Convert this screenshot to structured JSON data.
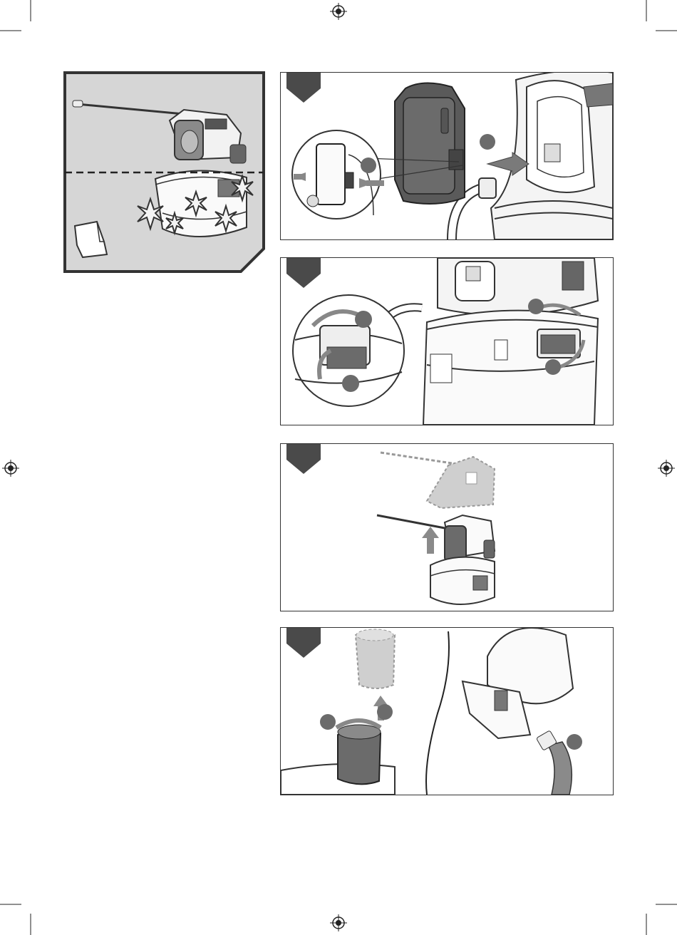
{
  "page": {
    "registration_marks": [
      "top-center",
      "left-middle",
      "right-middle",
      "bottom-center"
    ],
    "crop_marks": [
      "top-left",
      "top-right",
      "bottom-left",
      "bottom-right"
    ]
  },
  "figures": [
    {
      "id": "cleaning-overview",
      "icons": [
        "sprayer-icon",
        "cloth-icon",
        "sparkle-icon"
      ]
    },
    {
      "id": "step-1-remove-battery",
      "icons": [
        "battery-icon",
        "arrow-icon",
        "callout-icon"
      ]
    },
    {
      "id": "step-2-release-latches",
      "icons": [
        "latch-icon",
        "rotate-arrow-icon",
        "callout-icon"
      ]
    },
    {
      "id": "step-3-lift-motor-unit",
      "icons": [
        "motor-unit-icon",
        "arrow-up-icon"
      ]
    },
    {
      "id": "step-4-remove-filter-and-empty",
      "icons": [
        "filter-icon",
        "rotate-arrow-icon",
        "pour-icon"
      ]
    }
  ],
  "colors": {
    "frame": "#333333",
    "tab": "#4a4a4a",
    "overview_bg": "#d6d6d6",
    "callout": "#6b6b6b",
    "part_dark": "#5a5a5a",
    "part_light": "#cfcfcf"
  }
}
